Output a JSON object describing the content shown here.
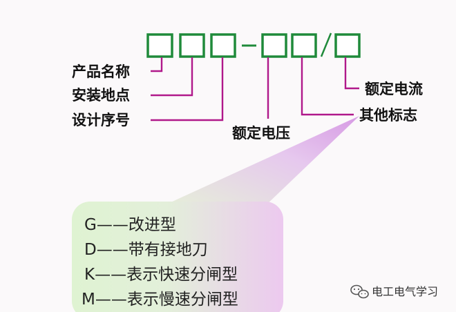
{
  "colors": {
    "box_stroke": "#1f8a3a",
    "leader_line": "#b0188a",
    "callout_fill_left": "#dff3d2",
    "callout_fill_right": "#ecc9ef"
  },
  "code_pattern": {
    "separator_dash": "-",
    "separator_slash": "/"
  },
  "fields": [
    {
      "label": "产品名称"
    },
    {
      "label": "安装地点"
    },
    {
      "label": "设计序号"
    },
    {
      "label": "额定电压"
    },
    {
      "label": "其他标志"
    },
    {
      "label": "额定电流"
    }
  ],
  "callout": {
    "items": [
      {
        "code": "G",
        "meaning": "——改进型"
      },
      {
        "code": "D",
        "meaning": "——带有接地刀"
      },
      {
        "code": "K",
        "meaning": "——表示快速分闸型"
      },
      {
        "code": "M",
        "meaning": "——表示慢速分闸型"
      }
    ]
  },
  "watermark": {
    "icon": "wechat-icon",
    "text": "电工电气学习"
  }
}
